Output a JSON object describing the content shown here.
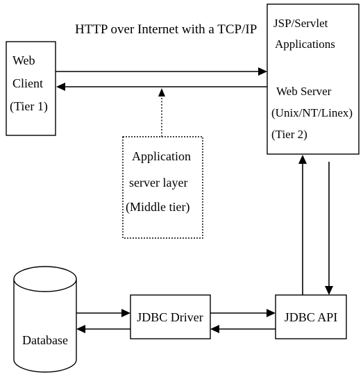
{
  "protocol_label": "HTTP over Internet with a TCP/IP",
  "web_client": {
    "lines": [
      "Web",
      "Client",
      "(Tier 1)"
    ]
  },
  "web_server": {
    "lines": [
      "JSP/Servlet",
      "Applications",
      "",
      "Web Server",
      "(Unix/NT/Linex)",
      "(Tier 2)"
    ]
  },
  "application_server": {
    "lines": [
      "Application",
      "server layer",
      "(Middle tier)"
    ]
  },
  "database": {
    "label": "Database"
  },
  "jdbc_driver": {
    "label": "JDBC Driver"
  },
  "jdbc_api": {
    "label": "JDBC API"
  },
  "colors": {
    "stroke": "#000000",
    "background": "#ffffff"
  }
}
